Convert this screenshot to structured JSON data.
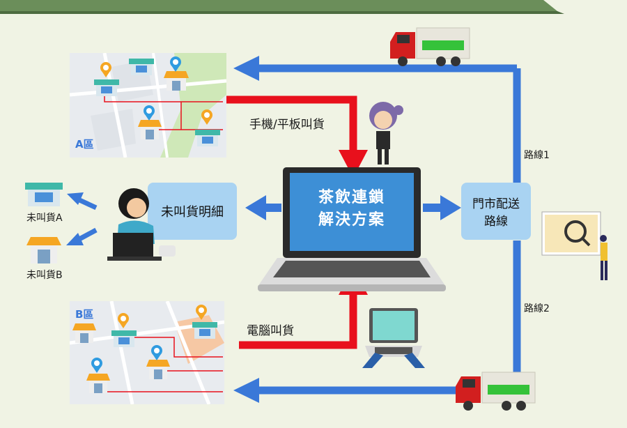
{
  "labels": {
    "mobile_order": "手機/平板叫貨",
    "pc_order": "電腦叫貨",
    "center_title": [
      "茶飲連鎖",
      "解決方案"
    ],
    "unordered_detail": "未叫貨明細",
    "store_route": [
      "門市配送",
      "路線"
    ],
    "route1": "路線1",
    "route2": "路線2",
    "unordered_a": "未叫貨A",
    "unordered_b": "未叫貨B",
    "zone_a": "A區",
    "zone_b": "B區"
  },
  "colors": {
    "background": "#f0f3e4",
    "header": "#6b8e5a",
    "blue_arrow": "#3a78d8",
    "red_arrow": "#e8101c",
    "box": "#a9d3f2",
    "screen": "#3d8fd6"
  },
  "icons": [
    "truck-icon",
    "map-icon",
    "store-icon",
    "pin-icon",
    "laptop-icon",
    "operator-icon",
    "person-icon",
    "map-search-icon"
  ]
}
